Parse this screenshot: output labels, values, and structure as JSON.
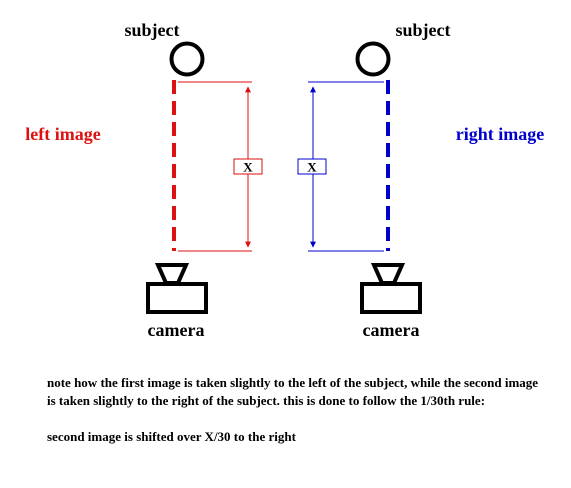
{
  "labels": {
    "subject_left": "subject",
    "subject_right": "subject",
    "left_image": "left image",
    "right_image": "right image",
    "x_left": "X",
    "x_right": "X",
    "camera_left": "camera",
    "camera_right": "camera"
  },
  "note": {
    "paragraph": "note how the first image is taken slightly to the left of the subject, while the second image is taken slightly to the right of the subject. this is done to follow the 1/30th rule:",
    "rule": "second image is shifted over X/30 to the right"
  },
  "colors": {
    "left": "#dd1111",
    "right": "#0000cc",
    "ink": "#000000"
  }
}
